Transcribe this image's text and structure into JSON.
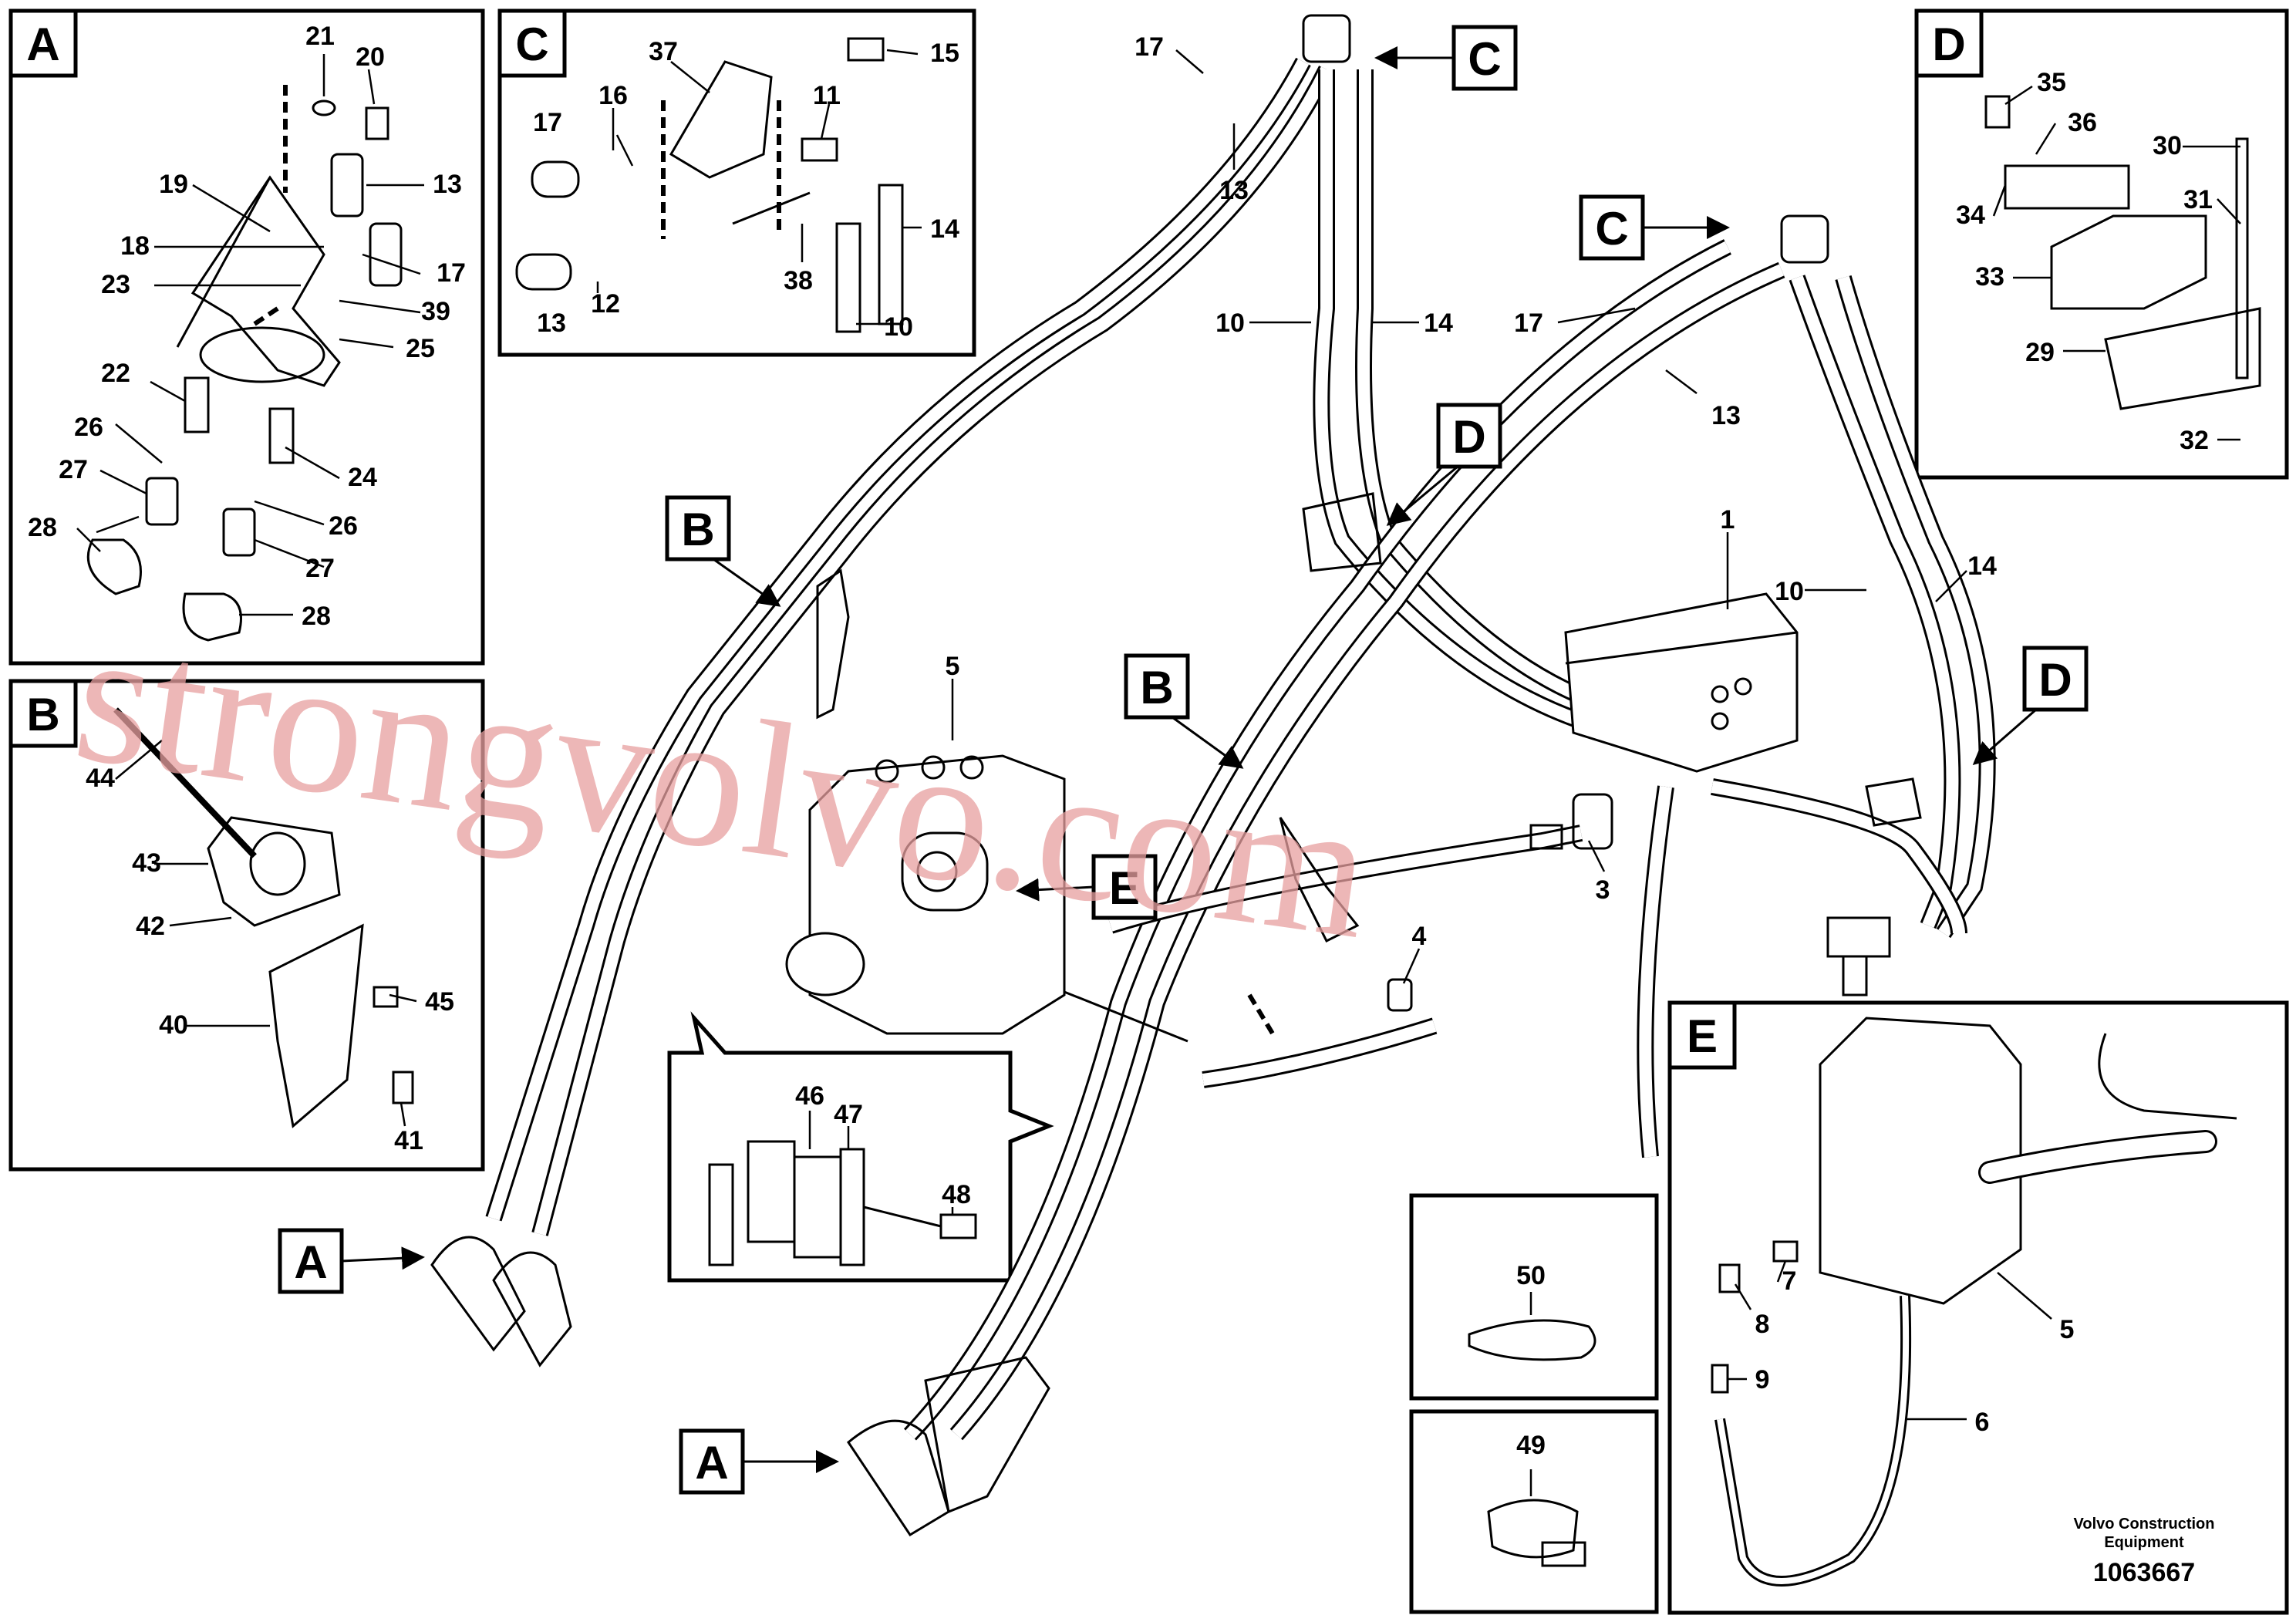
{
  "diagram": {
    "callouts": [
      "A",
      "A",
      "B",
      "B",
      "C",
      "C",
      "D",
      "D",
      "E"
    ],
    "detail_titles": {
      "A": "A",
      "B": "B",
      "C": "C",
      "D": "D",
      "E": "E"
    },
    "numbers": {
      "n1": "1",
      "n3": "3",
      "n4": "4",
      "n5": "5",
      "n5b": "5",
      "n6": "6",
      "n7": "7",
      "n8": "8",
      "n9": "9",
      "n10a": "10",
      "n10b": "10",
      "n10c": "10",
      "n11": "11",
      "n12": "12",
      "n13a": "13",
      "n13b": "13",
      "n13c": "13",
      "n13d": "13",
      "n14a": "14",
      "n14b": "14",
      "n14c": "14",
      "n15": "15",
      "n16": "16",
      "n17a": "17",
      "n17b": "17",
      "n17c": "17",
      "n17d": "17",
      "n18": "18",
      "n19": "19",
      "n20": "20",
      "n21": "21",
      "n22": "22",
      "n23": "23",
      "n24": "24",
      "n25": "25",
      "n26a": "26",
      "n26b": "26",
      "n27a": "27",
      "n27b": "27",
      "n28a": "28",
      "n28b": "28",
      "n29": "29",
      "n30": "30",
      "n31": "31",
      "n32": "32",
      "n33": "33",
      "n34": "34",
      "n35": "35",
      "n36": "36",
      "n37": "37",
      "n38": "38",
      "n39": "39",
      "n40": "40",
      "n41": "41",
      "n42": "42",
      "n43": "43",
      "n44": "44",
      "n45": "45",
      "n46": "46",
      "n47": "47",
      "n48": "48",
      "n49": "49",
      "n50": "50"
    },
    "footer": {
      "company_line1": "Volvo Construction",
      "company_line2": "Equipment",
      "drawing_number": "1063667"
    },
    "watermark": "strongvolvo.com"
  }
}
